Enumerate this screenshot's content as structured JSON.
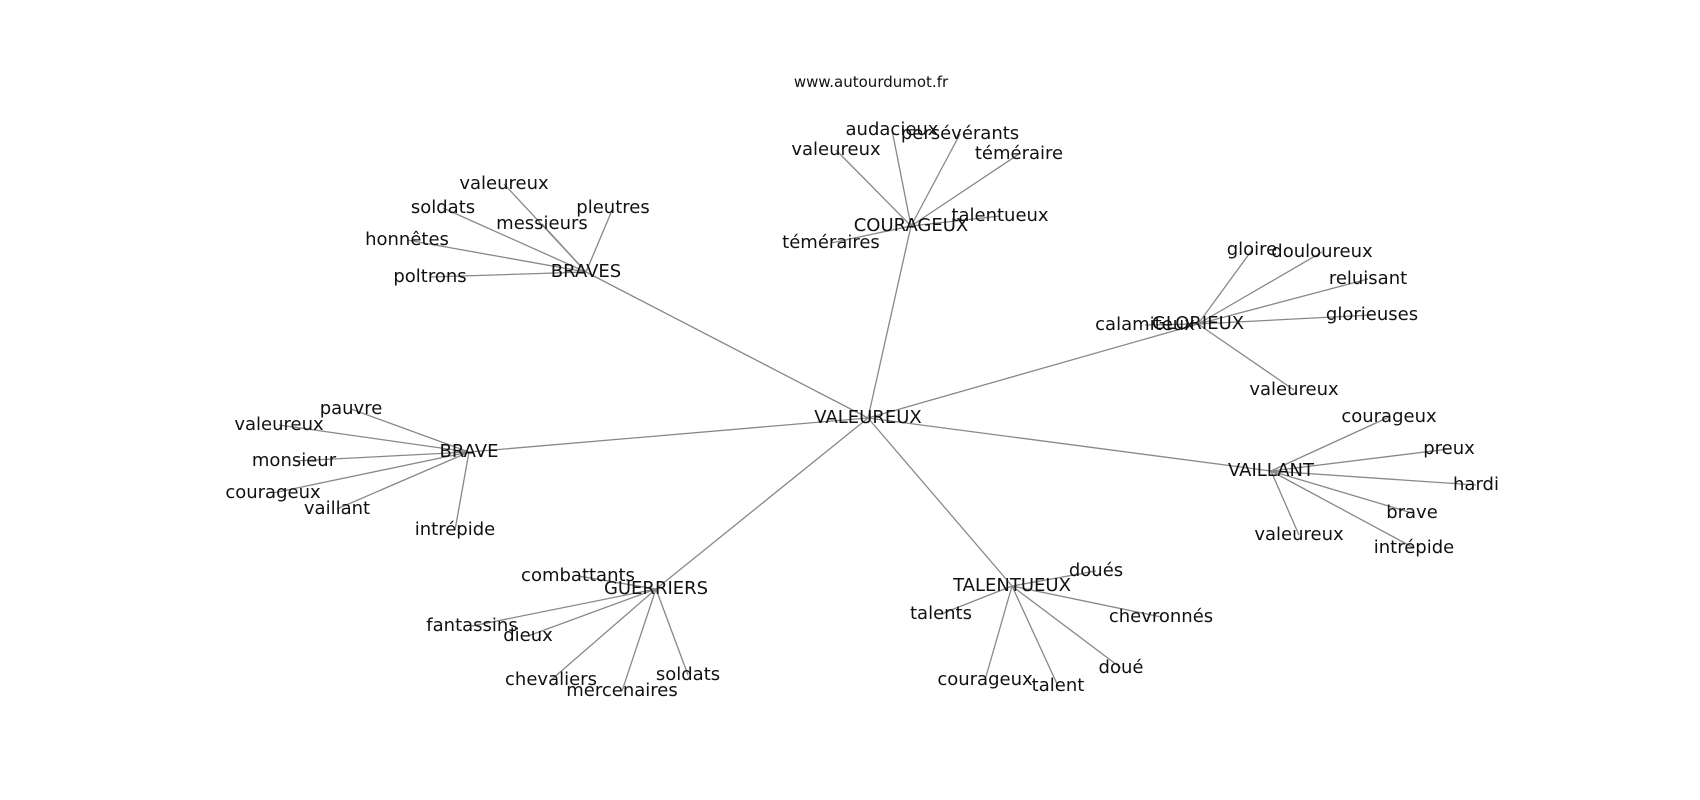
{
  "site": "www.autourdumot.fr",
  "center": "VALEUREUX",
  "clusters": [
    {
      "hub": "BRAVES",
      "leaves": [
        "valeureux",
        "soldats",
        "messieurs",
        "pleutres",
        "honnêtes",
        "poltrons"
      ]
    },
    {
      "hub": "COURAGEUX",
      "leaves": [
        "audacieux",
        "persévérants",
        "valeureux",
        "téméraire",
        "talentueux",
        "téméraires"
      ]
    },
    {
      "hub": "GLORIEUX",
      "leaves": [
        "gloire",
        "douloureux",
        "reluisant",
        "glorieuses",
        "calamiteux",
        "valeureux"
      ]
    },
    {
      "hub": "BRAVE",
      "leaves": [
        "pauvre",
        "valeureux",
        "monsieur",
        "courageux",
        "vaillant",
        "intrépide"
      ]
    },
    {
      "hub": "VAILLANT",
      "leaves": [
        "courageux",
        "preux",
        "hardi",
        "brave",
        "valeureux",
        "intrépide"
      ]
    },
    {
      "hub": "GUERRIERS",
      "leaves": [
        "combattants",
        "fantassins",
        "dieux",
        "chevaliers",
        "mercenaires",
        "soldats"
      ]
    },
    {
      "hub": "TALENTUEUX",
      "leaves": [
        "doués",
        "talents",
        "chevronnés",
        "courageux",
        "talent",
        "doué"
      ]
    }
  ]
}
